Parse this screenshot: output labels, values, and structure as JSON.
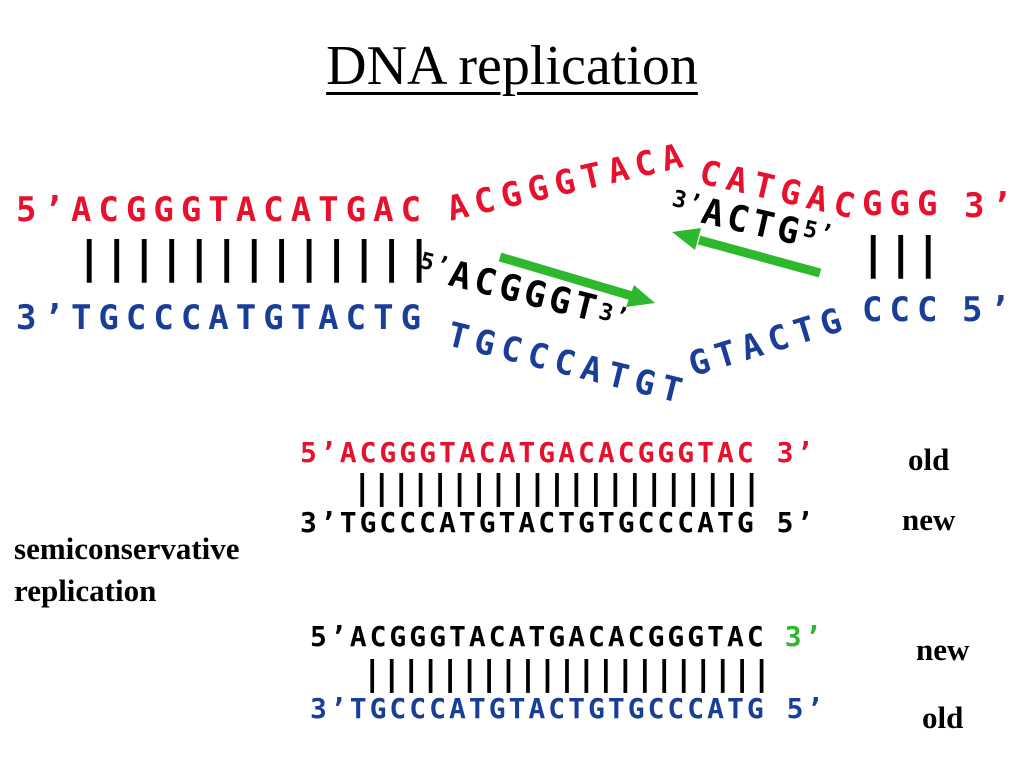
{
  "slide": {
    "title": "DNA replication"
  },
  "colors": {
    "red": "#e8112d",
    "blue": "#1a3e97",
    "green": "#2eb82e",
    "black": "#000000"
  },
  "fork": {
    "top_strand": {
      "left": "5’ACGGGTACATGAC",
      "diag_up": "ACGGGTACA",
      "diag_down": "CATGAC",
      "right": "GGG",
      "right_end_label": "3’"
    },
    "bottom_strand": {
      "left": "3’TGCCCATGTACTG",
      "diag_down": "TGCCCATGT",
      "diag_up": "GTACTG",
      "right": "CCC",
      "right_end_label": "5’"
    },
    "base_pair_bars_left": "|||||||||||||",
    "base_pair_bars_right": "|||",
    "leading_primer": {
      "start_label": "5’",
      "sequence": "ACGGGT",
      "end_label": "3’"
    },
    "lagging_primer": {
      "start_label": "3’",
      "sequence": "ACTG",
      "end_label": "5’"
    }
  },
  "daughter_duplexes": [
    {
      "top_strand": "5’ACGGGTACATGACACGGGTAC 3’",
      "bars": "|||||||||||||||||||||",
      "bottom_strand": "3’TGCCCATGTACTGTGCCCATG 5’",
      "top_label": "old",
      "bottom_label": "new"
    },
    {
      "top_strand": "5’ACGGGTACATGACACGGGTAC",
      "top_end_label": "3’",
      "bars": "|||||||||||||||||||||",
      "bottom_strand": "3’TGCCCATGTACTGTGCCCATG 5’",
      "top_label": "new",
      "bottom_label": "old"
    }
  ],
  "caption": {
    "line1": "semiconservative",
    "line2": "replication"
  }
}
